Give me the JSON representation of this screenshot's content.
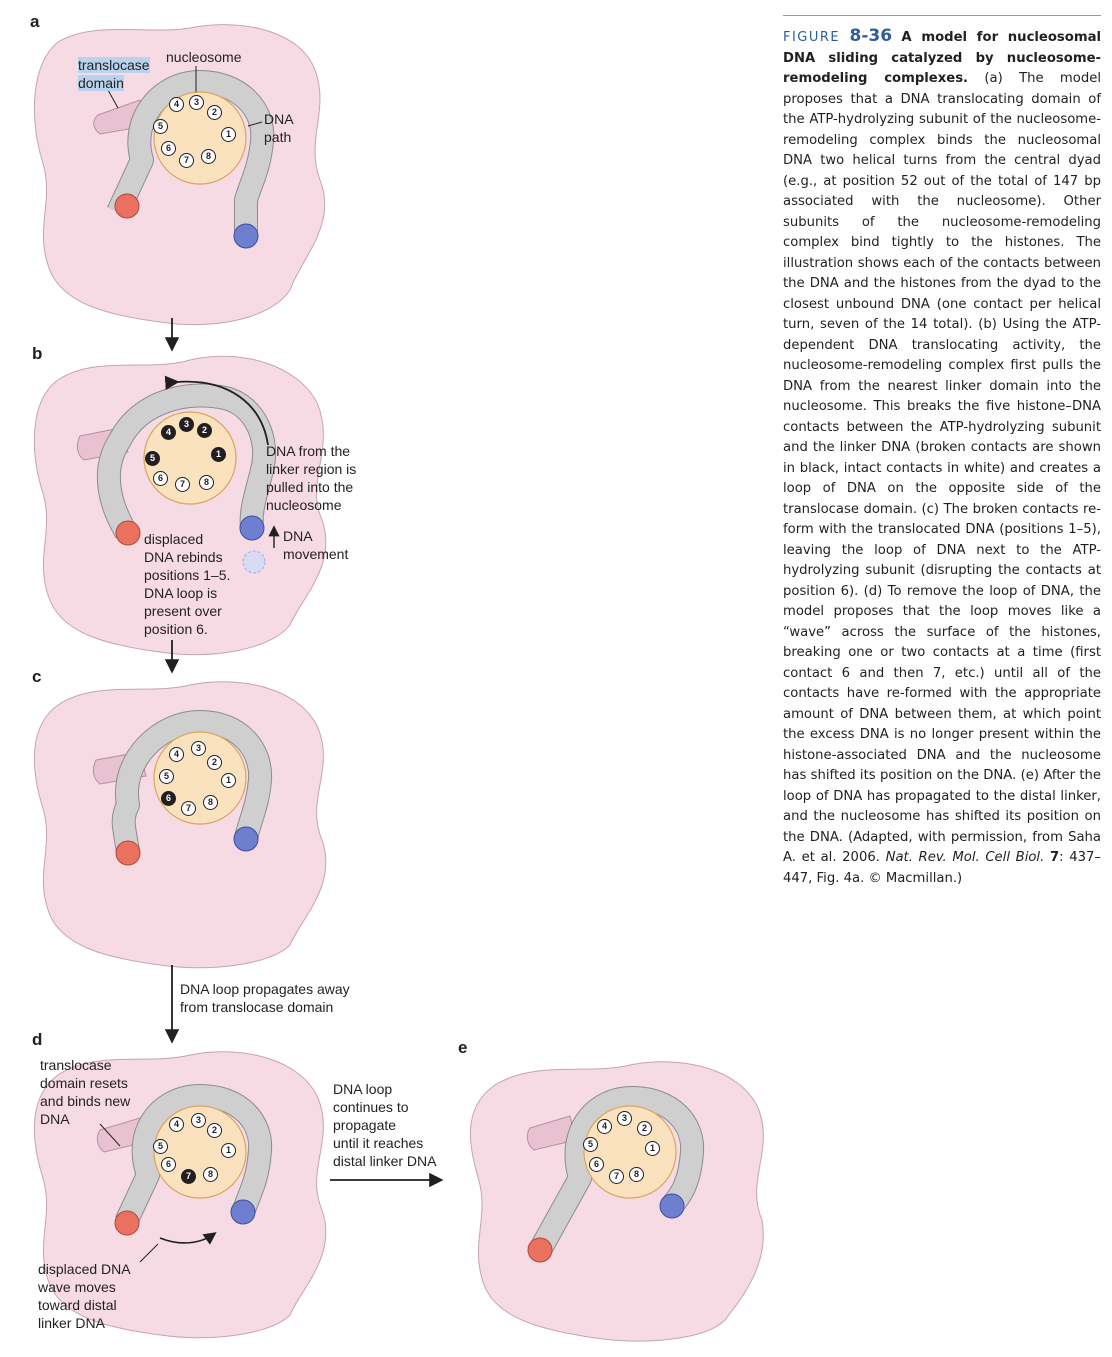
{
  "panels": {
    "a": {
      "letter": "a",
      "label_translocase": "translocase\ndomain",
      "label_nucleosome": "nucleosome",
      "label_dna_path": "DNA\npath"
    },
    "b": {
      "letter": "b",
      "label_pulled": "DNA from the\nlinker region is\npulled into the\nnucleosome",
      "label_movement": "DNA\nmovement",
      "label_rebinds": "displaced\nDNA rebinds\npositions 1–5.\nDNA loop is\npresent over\nposition 6."
    },
    "c": {
      "letter": "c",
      "label_propagates": "DNA loop propagates away\nfrom translocase domain"
    },
    "d": {
      "letter": "d",
      "label_resets": "translocase\ndomain resets\nand binds new\nDNA",
      "label_wave": "displaced DNA\nwave moves\ntoward distal\nlinker DNA"
    },
    "e": {
      "letter": "e",
      "label_continues": "DNA loop\ncontinues to\npropagate\nuntil it reaches\ndistal linker DNA"
    }
  },
  "contact_numbers": [
    "1",
    "2",
    "3",
    "4",
    "5",
    "6",
    "7",
    "8"
  ],
  "colors": {
    "complex_fill": "#f6dbe5",
    "complex_stroke": "#b98ea0",
    "histone_fill": "#fbe2bf",
    "histone_stroke": "#d9a560",
    "dna_fill": "#cfcfcf",
    "dna_stroke": "#8c8c8c",
    "translocase_fill": "#e8c2d0",
    "red_bead": "#ea7060",
    "blue_bead": "#6f7fd0",
    "caption_accent": "#2f5d9c",
    "highlight": "#b9d3ee"
  },
  "caption": {
    "figure_label": "FIGURE",
    "figure_number": "8-36",
    "title": "A model for nucleosomal DNA sliding catalyzed by nucleosome-remodeling complexes.",
    "body": "(a) The model proposes that a DNA translocating domain of the ATP-hydrolyzing subunit of the nucleosome-remodeling complex binds the nucleosomal DNA two helical turns from the central dyad (e.g., at position 52 out of the total of 147 bp associated with the nucleosome). Other subunits of the nucleosome-remodeling complex bind tightly to the histones. The illustration shows each of the contacts between the DNA and the histones from the dyad to the closest unbound DNA (one contact per helical turn, seven of the 14 total). (b) Using the ATP-dependent DNA translocating activity, the nucleosome-remodeling complex first pulls the DNA from the nearest linker domain into the nucleosome. This breaks the five histone–DNA contacts between the ATP-hydrolyzing subunit and the linker DNA (broken contacts are shown in black, intact contacts in white) and creates a loop of DNA on the opposite side of the translocase domain. (c) The broken contacts re-form with the translocated DNA (positions 1–5), leaving the loop of DNA next to the ATP-hydrolyzing subunit (disrupting the contacts at position 6). (d) To remove the loop of DNA, the model proposes that the loop moves like a “wave” across the surface of the histones, breaking one or two contacts at a time (first contact 6 and then 7, etc.) until all of the contacts have re-formed with the appropriate amount of DNA between them, at which point the excess DNA is no longer present within the histone-associated DNA and the nucleosome has shifted its position on the DNA. (e) After the loop of DNA has propagated to the distal linker, and the nucleosome has shifted its position on the DNA. (Adapted, with permission, from Saha A. et al. 2006.",
    "journal": "Nat. Rev. Mol. Cell Biol.",
    "volume": "7",
    "pages": ": 437–447, Fig. 4a.",
    "copyright": "© Macmillan.)"
  }
}
